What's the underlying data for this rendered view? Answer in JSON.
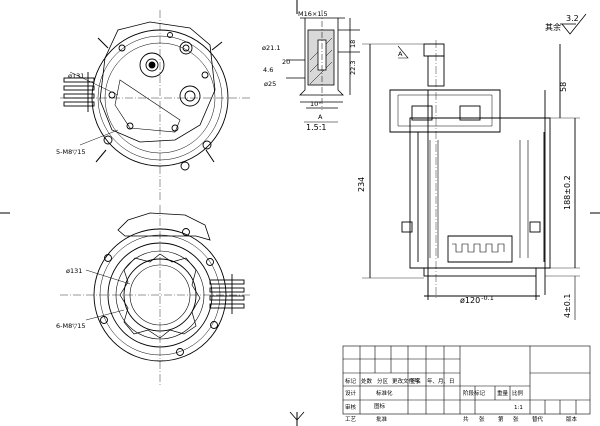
{
  "roughness": {
    "label": "其余",
    "value": "3.2"
  },
  "section": {
    "thread": "M16×1.5",
    "dia_top": "ø21.1",
    "dia_bottom": "ø25",
    "dim_46": "4.6",
    "dim_20": "20",
    "dim_223": "22.3",
    "dim_18": "18",
    "angle": "10°",
    "view_label": "A",
    "scale": "1.5:1"
  },
  "front_view": {
    "dia": "ø131",
    "holes": "5-M8▽15"
  },
  "rear_view": {
    "dia": "ø131",
    "holes": "6-M8▽15"
  },
  "side_view": {
    "view_arrow": "A",
    "height": "234",
    "top_dim": "58",
    "inner_height": "188±0.2",
    "bottom_dia": "ø120",
    "bottom_tol": "-0.1",
    "flange": "4±0.1"
  },
  "title_block": {
    "rev_headers": [
      "标记",
      "处数",
      "分区",
      "更改文件号",
      "签名",
      "年、月、日"
    ],
    "rows": [
      "设计",
      "审核",
      "工艺"
    ],
    "std": "标准化",
    "approve": "批准",
    "stage": "阶段标记",
    "weight": "重量",
    "scale": "比例",
    "scale_val": "1:1",
    "sheets": [
      "共",
      "张",
      "第",
      "张"
    ],
    "version_label": "版本",
    "replace_label": "替代",
    "stamp": "图标"
  }
}
